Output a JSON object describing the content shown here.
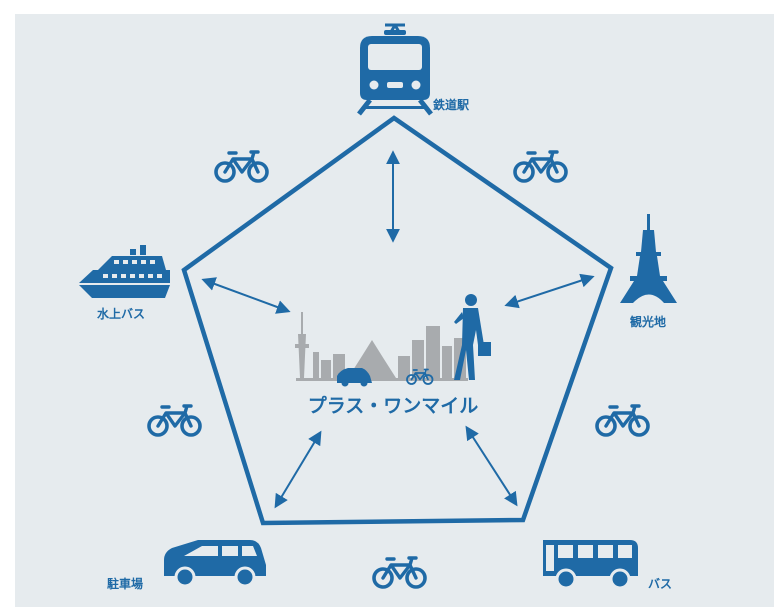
{
  "colors": {
    "primary": "#1f6aa6",
    "panel_background": "#e6ebee",
    "city_gray": "#a8abae"
  },
  "center": {
    "title": "プラス・ワンマイル",
    "icons": [
      "skytree-icon",
      "city-skyline-icon",
      "car-icon",
      "bicycle-icon",
      "walking-businessman-icon"
    ]
  },
  "nodes": [
    {
      "id": "station",
      "label": "鉄道駅",
      "icon": "train-icon"
    },
    {
      "id": "sightseeing",
      "label": "観光地",
      "icon": "tokyo-tower-icon"
    },
    {
      "id": "bus",
      "label": "バス",
      "icon": "bus-icon"
    },
    {
      "id": "parking",
      "label": "駐車場",
      "icon": "car-icon"
    },
    {
      "id": "waterbus",
      "label": "水上バス",
      "icon": "ship-icon"
    }
  ],
  "connectors": {
    "edge_icon": "bicycle-icon",
    "arrow_type": "double-headed-arrow"
  }
}
